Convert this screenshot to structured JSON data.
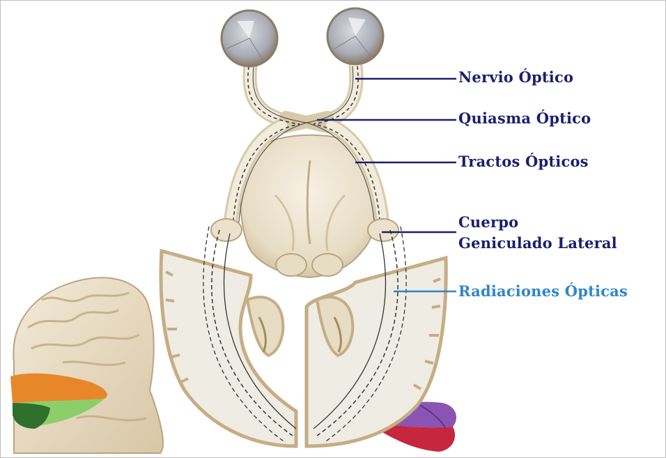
{
  "labels": {
    "nervio_optico": "Nervio Óptico",
    "quiasma_optico": "Quiasma Óptico",
    "tractos_opticos": "Tractos Ópticos",
    "cuerpo_line1": "Cuerpo",
    "cuerpo_line2": "Geniculado Lateral",
    "radiaciones_opticas": "Radiaciones Ópticas"
  },
  "colors": {
    "label_primary": "#1b1f6e",
    "label_highlight": "#2f86c9",
    "leader_primary": "#1b1f6e",
    "leader_highlight": "#2f86c9",
    "brain_tissue": "#efe6d3",
    "brain_shadow": "#c9b898",
    "white_matter": "#f1efe8",
    "eyeball": "#b9bcc4",
    "visual_cortex_upper": "#e8872a",
    "visual_cortex_lower": "#2f6f2c",
    "visual_cortex_mid": "#8ccf6a",
    "lobe_purple": "#8a54b3",
    "lobe_red": "#c7273e"
  }
}
